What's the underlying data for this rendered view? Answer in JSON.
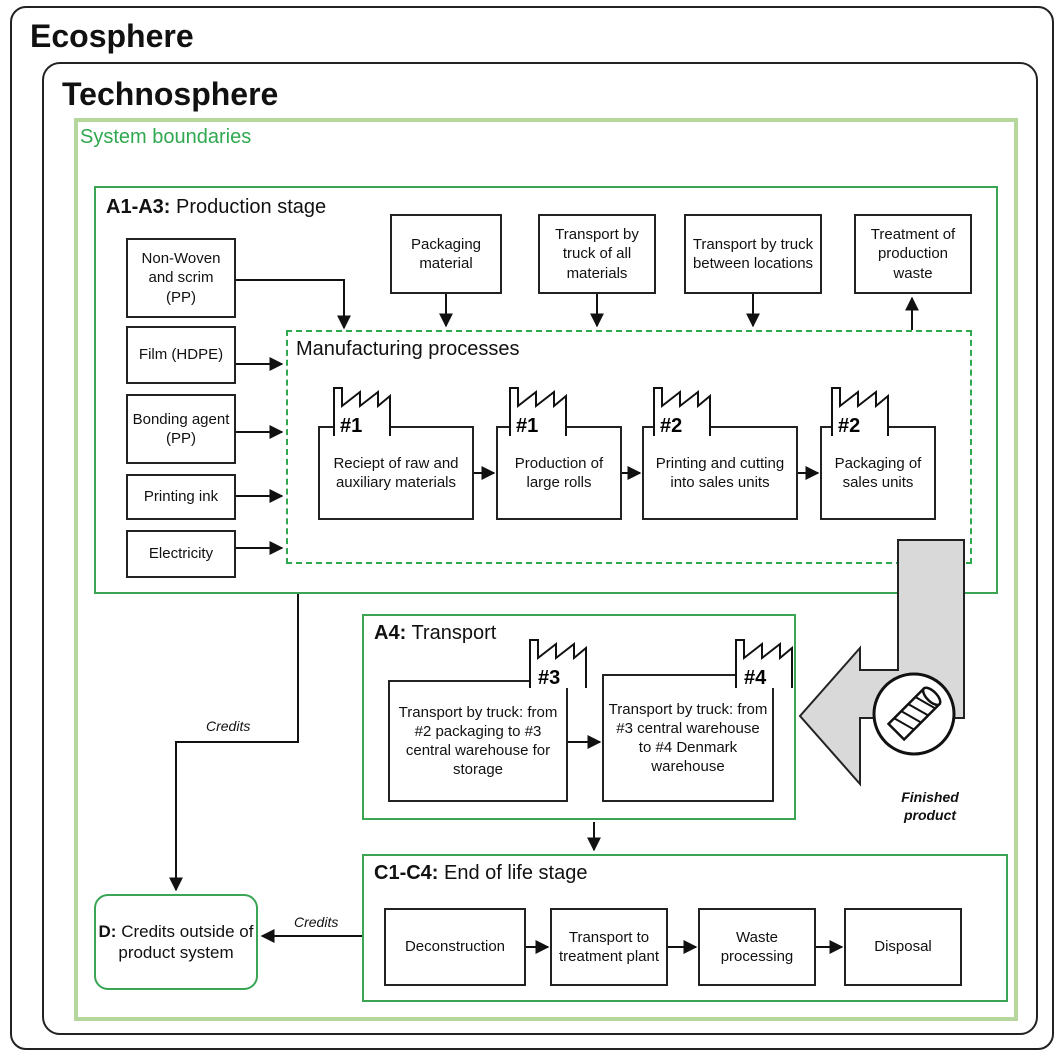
{
  "ecosphere": {
    "title": "Ecosphere"
  },
  "technosphere": {
    "title": "Technosphere"
  },
  "system_boundaries": {
    "title": "System boundaries"
  },
  "production_stage": {
    "code": "A1-A3:",
    "title": "Production stage",
    "inputs_left": [
      "Non-Woven and scrim (PP)",
      "Film (HDPE)",
      "Bonding agent (PP)",
      "Printing ink",
      "Electricity"
    ],
    "inputs_top": [
      "Packaging material",
      "Transport by truck of all materials",
      "Transport by truck between locations"
    ],
    "output_top": "Treatment of production waste",
    "manufacturing": {
      "title": "Manufacturing processes",
      "steps": [
        {
          "site": "#1",
          "label": "Reciept of raw and auxiliary materials"
        },
        {
          "site": "#1",
          "label": "Production of large rolls"
        },
        {
          "site": "#2",
          "label": "Printing and cutting into sales units"
        },
        {
          "site": "#2",
          "label": "Packaging of sales units"
        }
      ]
    }
  },
  "transport_stage": {
    "code": "A4:",
    "title": "Transport",
    "steps": [
      {
        "site": "#3",
        "label": "Transport by truck: from #2 packaging to #3 central warehouse for storage"
      },
      {
        "site": "#4",
        "label": "Transport by truck: from #3 central warehouse to #4 Denmark warehouse"
      }
    ]
  },
  "end_of_life_stage": {
    "code": "C1-C4:",
    "title": "End of life stage",
    "steps": [
      "Deconstruction",
      "Transport to treatment plant",
      "Waste processing",
      "Disposal"
    ]
  },
  "credits_box": {
    "code": "D:",
    "label": "Credits outside of product system"
  },
  "credits_label": "Credits",
  "finished_product": {
    "line1": "Finished",
    "line2": "product",
    "icon": "rolled-product-icon"
  },
  "colors": {
    "stage_border": "#3aa655",
    "system_boundary": "#b5d79d",
    "label_green": "#2fa84f",
    "big_arrow_fill": "#d9d9d9"
  }
}
